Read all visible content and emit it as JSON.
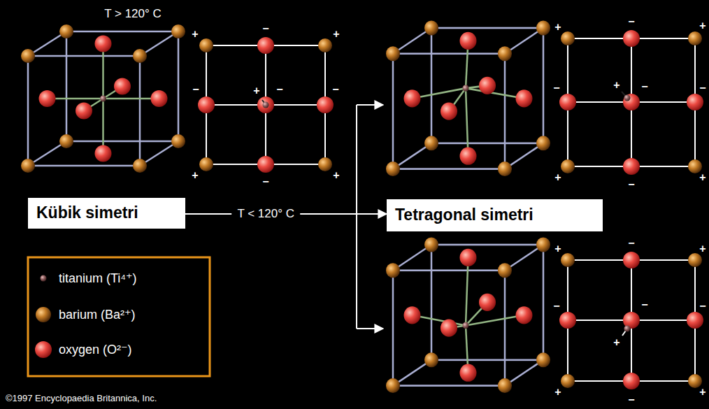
{
  "diagram": {
    "nodes": [
      {
        "text": [
          "Kübik simetri"
        ]
      },
      {
        "text": [
          "Tetragonal simetri"
        ]
      }
    ],
    "edges": [
      {
        "from": 0,
        "to": 1,
        "label": "T < 120° C",
        "arrow": "to"
      }
    ],
    "labels": [
      "T > 120° C",
      "+",
      "−",
      "+",
      "−",
      "+",
      "−",
      "−",
      "+",
      "+",
      "−",
      "+",
      "−",
      "+",
      "−",
      "+",
      "−",
      "−",
      "+",
      "+",
      "−",
      "+",
      "−",
      "+",
      "−",
      "−",
      "−",
      "+",
      "+",
      "+",
      "−",
      "©1997 Encyclopaedia Britannica, Inc."
    ],
    "legend": [
      {
        "text": "titanium (Ti⁴⁺)"
      },
      {
        "text": "barium (Ba²⁺)"
      },
      {
        "text": "oxygen (O²⁻)"
      }
    ]
  }
}
